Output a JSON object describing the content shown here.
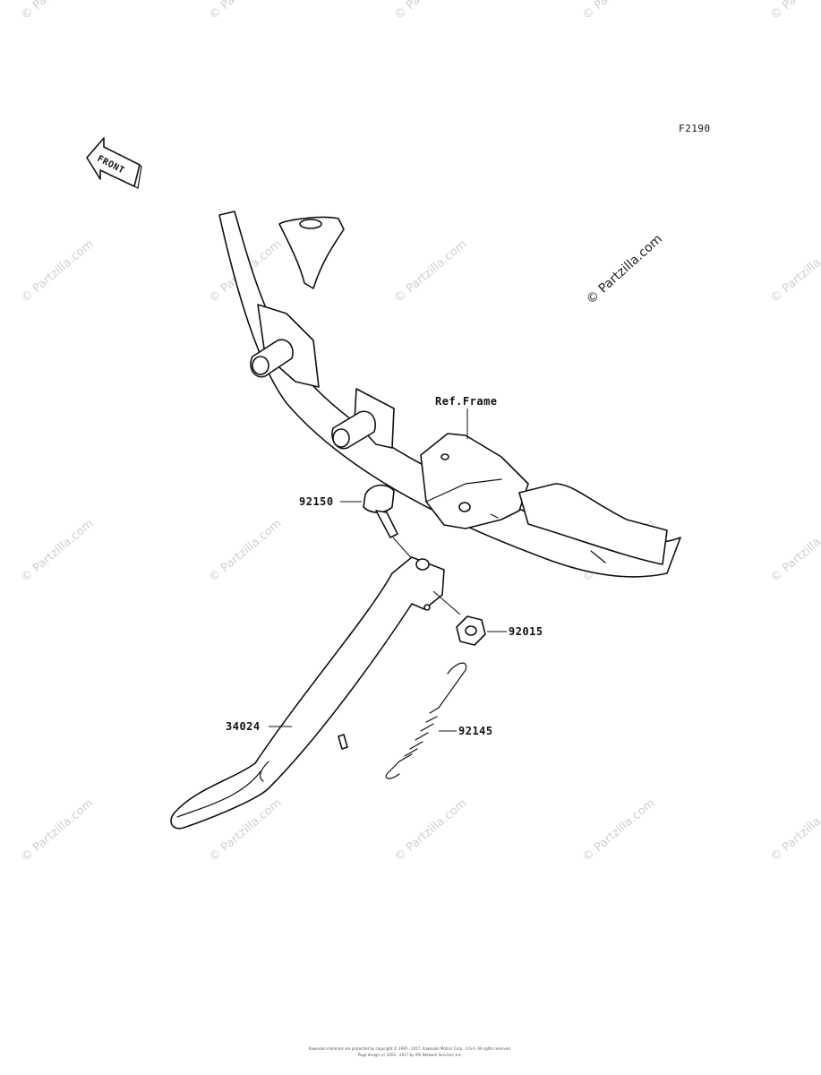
{
  "diagram": {
    "code": "F2190",
    "front_label": "FRONT",
    "ref_label": "Ref.Frame",
    "watermark": "© Partzilla.com",
    "parts": [
      {
        "number": "92150"
      },
      {
        "number": "92015"
      },
      {
        "number": "92145"
      },
      {
        "number": "34024"
      }
    ],
    "footer_line1": "Kawasaki materials are protected by copyright © 1995 - 2017, Kawasaki Motors Corp., U.S.A. All rights reserved.",
    "footer_line2": "Page design (c) 2003 - 2017 by ARI Network Services, Inc."
  },
  "colors": {
    "ink": "#111111",
    "watermark": "#cfcfcf",
    "background": "#ffffff"
  }
}
